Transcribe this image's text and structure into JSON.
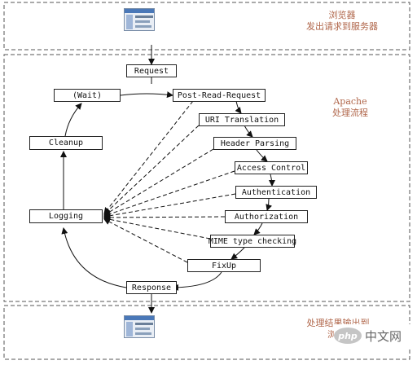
{
  "top": {
    "label_line1": "浏览器",
    "label_line2": "发出请求到服务器"
  },
  "apache": {
    "label_line1": "Apache",
    "label_line2": "处理流程"
  },
  "bottom": {
    "label_line1": "处理结果输出到",
    "label_line2": "浏"
  },
  "steps": {
    "request": "Request",
    "post_read_request": "Post-Read-Request",
    "uri_translation": "URI Translation",
    "header_parsing": "Header Parsing",
    "access_control": "Access Control",
    "authentication": "Authentication",
    "authorization": "Authorization",
    "mime_type_checking": "MIME type checking",
    "fixup": "FixUp",
    "response": "Response",
    "logging": "Logging",
    "cleanup": "Cleanup",
    "wait": "(Wait)"
  },
  "watermark": {
    "logo_text": "php",
    "site_text": "中文网"
  },
  "colors": {
    "chinese_label": "#b0664a",
    "line": "#111111"
  }
}
